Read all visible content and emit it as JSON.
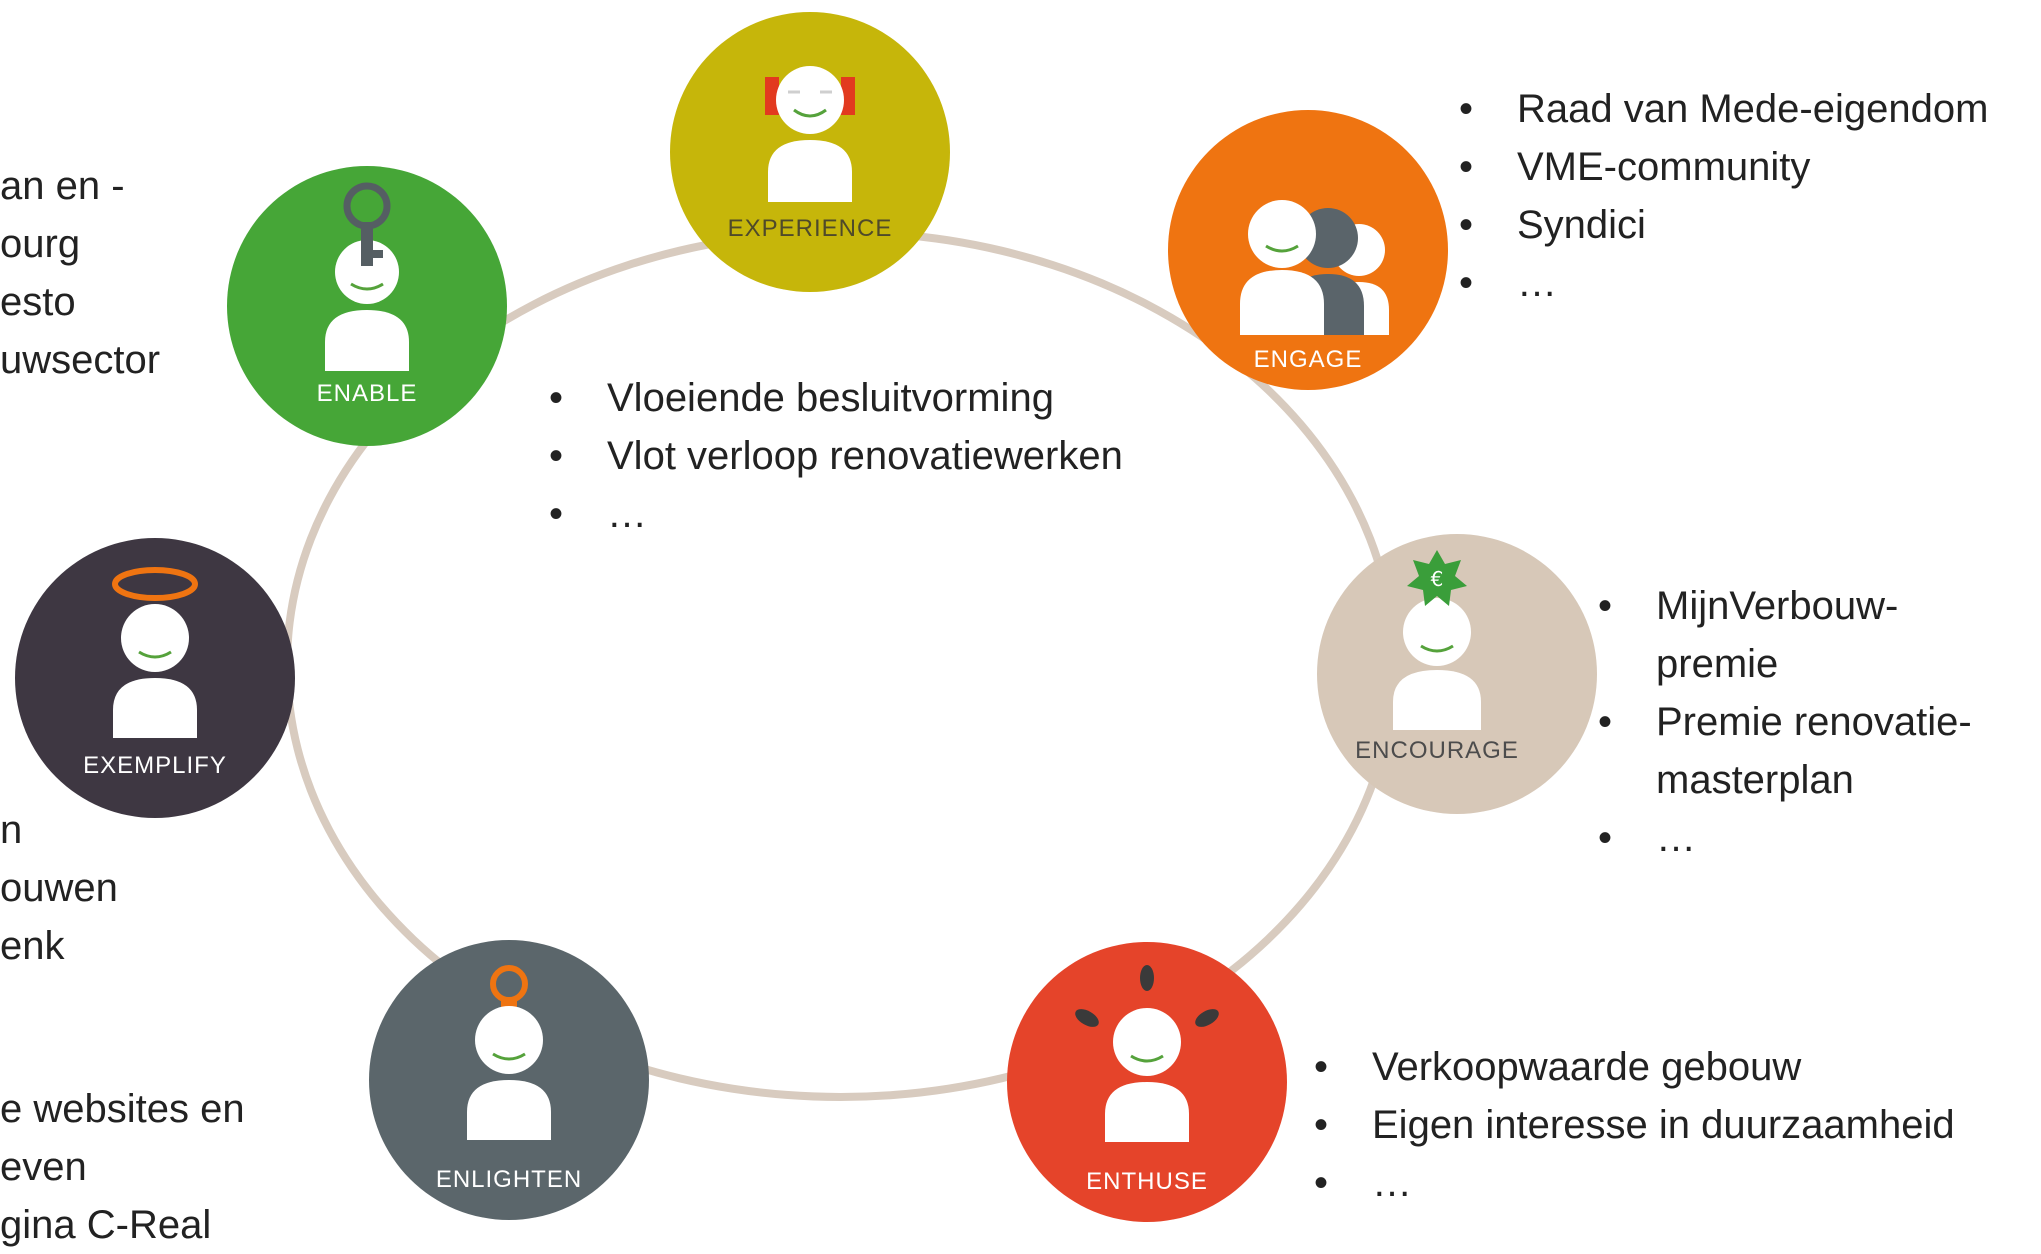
{
  "wheel": {
    "nodes": [
      {
        "id": "experience",
        "label": "EXPERIENCE",
        "color": "#c6b60a",
        "icon": "headphones-icon"
      },
      {
        "id": "engage",
        "label": "ENGAGE",
        "color": "#ef7411",
        "icon": "group-icon"
      },
      {
        "id": "encourage",
        "label": "ENCOURAGE",
        "color": "#d7c8b8",
        "icon": "euro-badge-icon"
      },
      {
        "id": "enthuse",
        "label": "ENTHUSE",
        "color": "#e5442a",
        "icon": "drops-icon"
      },
      {
        "id": "enlighten",
        "label": "ENLIGHTEN",
        "color": "#5b666b",
        "icon": "lightbulb-icon"
      },
      {
        "id": "exemplify",
        "label": "EXEMPLIFY",
        "color": "#3e3742",
        "icon": "halo-icon"
      },
      {
        "id": "enable",
        "label": "ENABLE",
        "color": "#46a637",
        "icon": "key-icon"
      }
    ],
    "ring_color": "#d8cbbf"
  },
  "lists": {
    "center": [
      "Vloeiende besluitvorming",
      "Vlot verloop renovatiewerken",
      "…"
    ],
    "engage": [
      "Raad van Mede-eigendom",
      "VME-community",
      "Syndici",
      "…"
    ],
    "encourage": [
      "MijnVerbouw-premie",
      "Premie renovatie-masterplan",
      "…"
    ],
    "enthuse": [
      "Verkoopwaarde gebouw",
      "Eigen interesse in duurzaamheid",
      "…"
    ]
  },
  "fragments": {
    "enable": [
      "an en -",
      "ourg",
      "esto",
      "uwsector"
    ],
    "exemplify": [
      "n",
      "ouwen",
      "enk"
    ],
    "enlighten": [
      "e websites en",
      "even",
      "gina C-Real"
    ]
  }
}
